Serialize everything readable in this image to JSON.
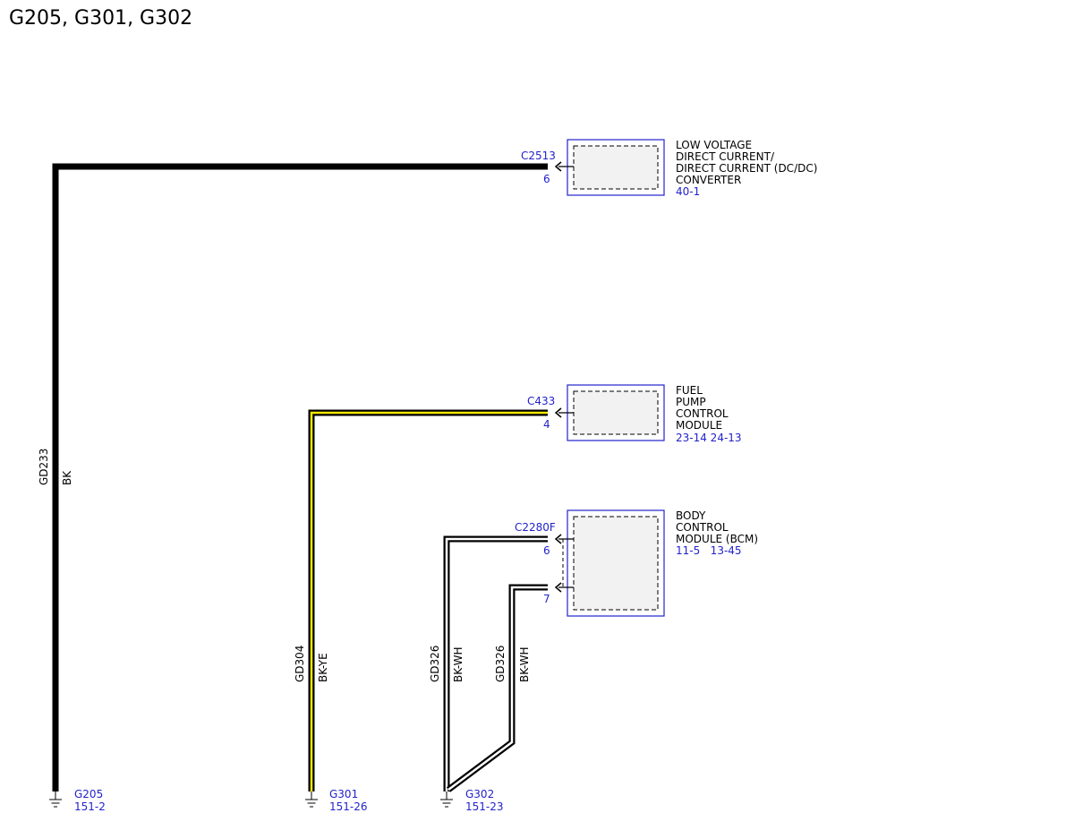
{
  "title": "G205, G301, G302",
  "colors": {
    "label_blue": "#2222cc",
    "wire_black": "#000000",
    "wire_yellow": "#f2e600",
    "wire_white": "#ffffff",
    "component_border": "#2222cc",
    "component_fill": "#f2f2f2"
  },
  "components": {
    "dcdc": {
      "lines": [
        "LOW VOLTAGE",
        "DIRECT CURRENT/",
        "DIRECT CURRENT (DC/DC)",
        "CONVERTER"
      ],
      "ref": "40-1",
      "connector": "C2513",
      "pin": "6"
    },
    "fpcm": {
      "lines": [
        "FUEL",
        "PUMP",
        "CONTROL",
        "MODULE"
      ],
      "ref": "23-14 24-13",
      "connector": "C433",
      "pin": "4"
    },
    "bcm": {
      "lines": [
        "BODY",
        "CONTROL",
        "MODULE (BCM)"
      ],
      "ref": "11-5   13-45",
      "connector": "C2280F",
      "pins": [
        "6",
        "7"
      ]
    }
  },
  "wires": {
    "w1": {
      "circuit": "GD233",
      "color": "BK"
    },
    "w2": {
      "circuit": "GD304",
      "color": "BK-YE"
    },
    "w3": {
      "circuit": "GD326",
      "color": "BK-WH"
    },
    "w4": {
      "circuit": "GD326",
      "color": "BK-WH"
    }
  },
  "grounds": {
    "g205": {
      "name": "G205",
      "ref": "151-2"
    },
    "g301": {
      "name": "G301",
      "ref": "151-26"
    },
    "g302": {
      "name": "G302",
      "ref": "151-23"
    }
  }
}
